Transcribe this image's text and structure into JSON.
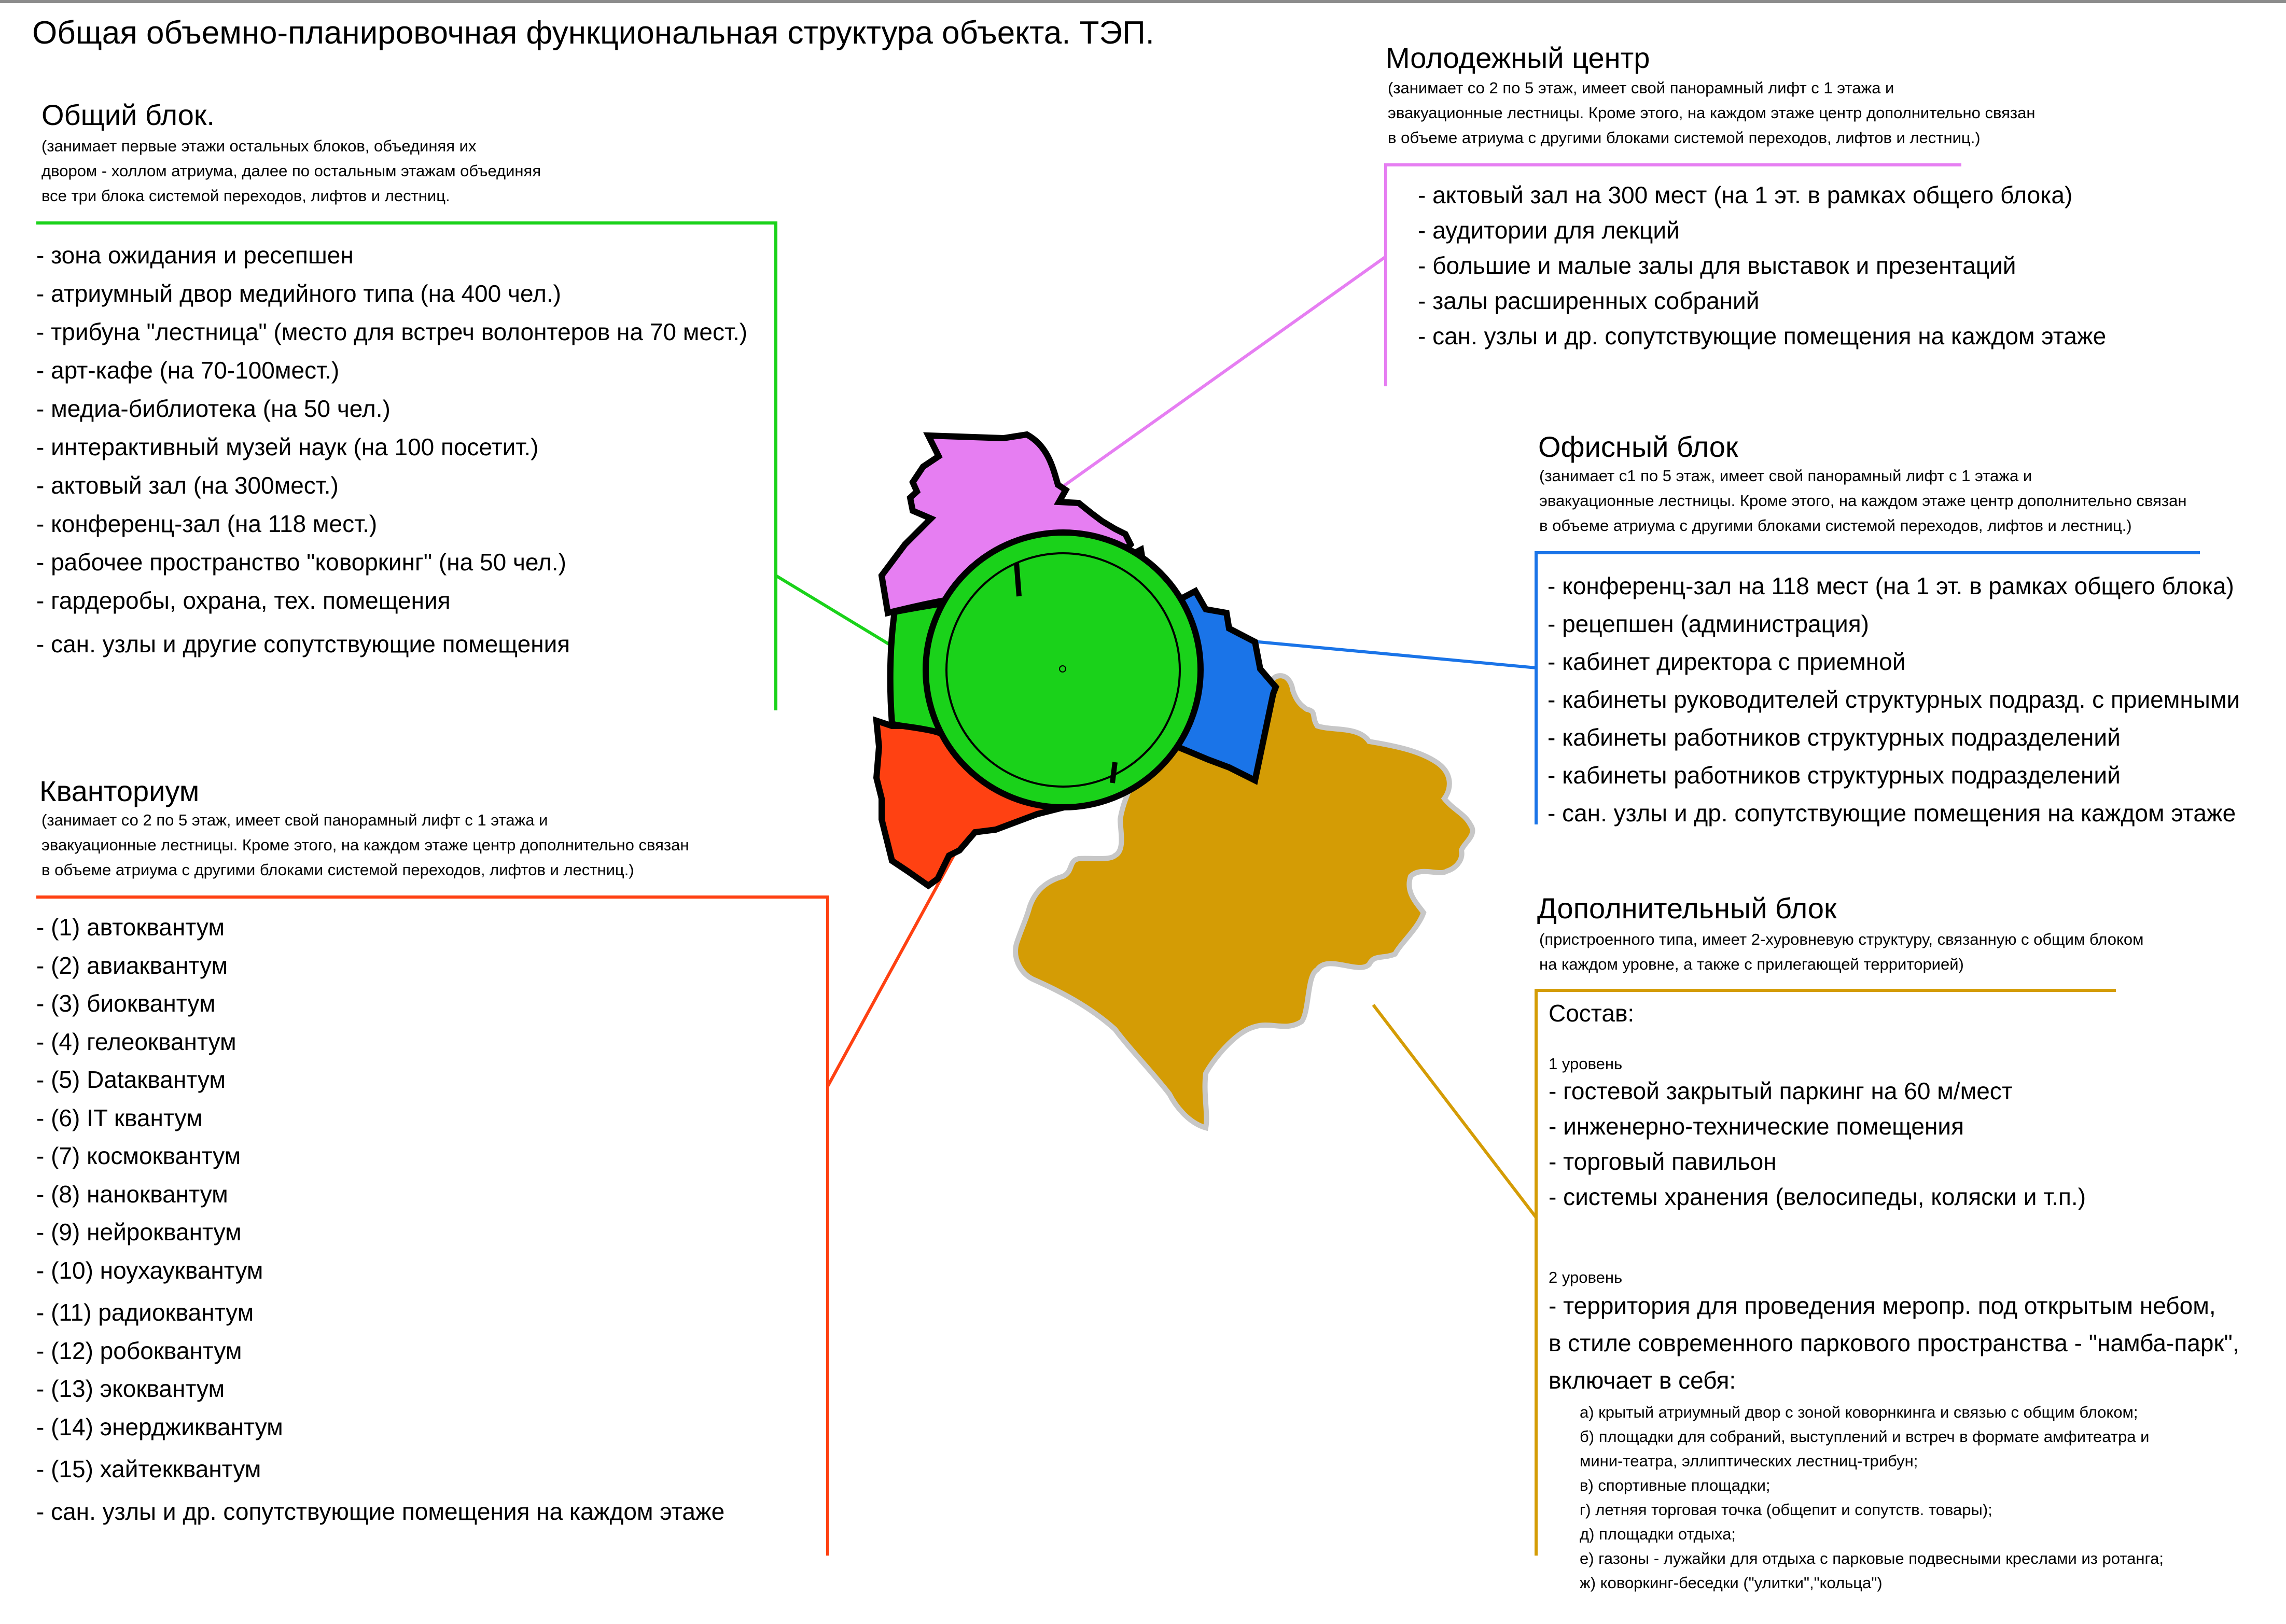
{
  "title": "Общая объемно-планировочная функциональная структура объекта. ТЭП.",
  "colors": {
    "common": "#1ad21a",
    "youth": "#e67ef2",
    "office": "#1a74e8",
    "kvant": "#ff4112",
    "extra": "#d49c05",
    "outline": "#000000"
  },
  "common_block": {
    "title": "Общий блок.",
    "note": [
      "(занимает первые этажи остальных блоков, объединяя их",
      "двором - холлом атриума, далее по остальным этажам объединяя",
      " все три блока системой переходов, лифтов и лестниц."
    ],
    "items": [
      "- зона ожидания и ресепшен",
      "- атриумный двор медийного типа (на 400 чел.)",
      "- трибуна \"лестница\" (место для встреч волонтеров на 70 мест.)",
      "- арт-кафе  (на 70-100мест.)",
      "- медиа-библиотека  (на 50 чел.)",
      "- интерактивный музей наук  (на 100 посетит.)",
      "- актовый зал  (на 300мест.)",
      "- конференц-зал  (на 118 мест.)",
      "- рабочее пространство \"коворкинг\" (на 50 чел.)",
      "- гардеробы, охрана, тех. помещения",
      "- сан. узлы и другие сопутствующие помещения"
    ]
  },
  "youth_center": {
    "title": "Молодежный центр",
    "note": [
      "(занимает со 2 по 5 этаж, имеет свой панорамный лифт с 1 этажа и",
      "эвакуационные лестницы. Кроме этого, на каждом этаже центр дополнительно связан",
      "в объеме атриума с другими блоками  системой переходов, лифтов и лестниц.)"
    ],
    "items": [
      "- актовый зал на 300 мест (на 1 эт. в рамках общего блока)",
      "- аудитории для лекций",
      "- большие и малые залы для выставок и презентаций",
      "- залы расширенных собраний",
      "- сан. узлы и др. сопутствующие помещения на каждом этаже"
    ]
  },
  "office_block": {
    "title": "Офисный блок",
    "note": [
      "(занимает с1 по 5 этаж, имеет свой панорамный лифт с 1 этажа и",
      "эвакуационные лестницы. Кроме этого, на каждом этаже центр дополнительно связан",
      "в объеме атриума с другими блоками  системой переходов, лифтов и лестниц.)"
    ],
    "items": [
      "- конференц-зал на 118 мест (на 1 эт. в рамках общего блока)",
      "- рецепшен (администрация)",
      "- кабинет директора с приемной",
      "- кабинеты руководителей структурных подразд. с приемными",
      "- кабинеты работников структурных подразделений",
      "- кабинеты работников структурных подразделений",
      "- сан. узлы и др. сопутствующие помещения на каждом этаже"
    ]
  },
  "kvantorium": {
    "title": "Кванториум",
    "note": [
      "(занимает со 2 по 5 этаж, имеет свой панорамный лифт с 1 этажа и",
      "эвакуационные лестницы. Кроме этого, на каждом этаже центр дополнительно связан",
      "в объеме атриума с другими блоками  системой переходов, лифтов и лестниц.)"
    ],
    "items": [
      "- (1) автоквантум",
      "- (2) авиаквантум",
      "- (3) биоквантум",
      "- (4) гелеоквантум",
      "- (5) Dataквантум",
      "- (6) IT квантум",
      "- (7) космоквантум",
      "- (8) наноквантум",
      "- (9) нейроквантум",
      "- (10) ноухауквантум",
      "- (11) радиоквантум",
      "- (12) робоквантум",
      "- (13) экоквантум",
      "- (14) энерджиквантум",
      "- (15) хайтекквантум",
      "- сан. узлы и др. сопутствующие помещения на каждом этаже"
    ]
  },
  "extra_block": {
    "title": "Дополнительный блок",
    "note": [
      "(пристроенного типа, имеет 2-хуровневую структуру, связанную с общим блоком",
      "на каждом уровне, а также с прилегающей территорией)"
    ],
    "composition_label": "Состав:",
    "level1_label": "1 уровень",
    "level1_items": [
      "- гостевой закрытый паркинг на 60 м/мест",
      "- инженерно-технические помещения",
      "- торговый павильон",
      "- системы хранения (велосипеды, коляски и т.п.)"
    ],
    "level2_label": "2 уровень",
    "level2_lines": [
      "- территория для проведения меропр. под открытым небом,",
      "в стиле современного паркового пространства - \"намба-парк\",",
      "включает в себя:"
    ],
    "level2_sub_items": [
      "а) крытый атриумный двор с зоной коворнкинга и связью с общим блоком;",
      "б) площадки для собраний, выступлений и встреч в формате амфитеатра и",
      "мини-театра, эллиптических лестниц-трибун;",
      "в) спортивные площадки;",
      "г) летняя торговая точка (общепит и сопутств. товары);",
      "д) площадки отдыха;",
      "е) газоны - лужайки для отдыха с парковые подвесными креслами из ротанга;",
      "ж) коворкинг-беседки (\"улитки\",\"кольца\")"
    ]
  }
}
